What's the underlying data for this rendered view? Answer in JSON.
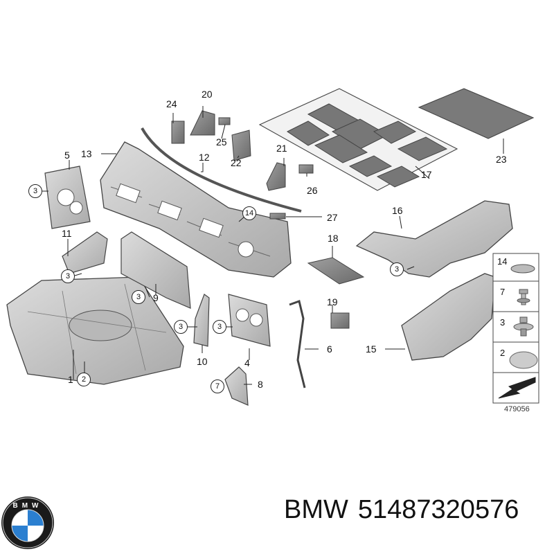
{
  "diagram": {
    "id_text": "479056",
    "callouts": {
      "c1": "1",
      "c2": "2",
      "c3a": "3",
      "c3b": "3",
      "c3c": "3",
      "c3d": "3",
      "c3e": "3",
      "c3f": "3",
      "c4": "4",
      "c5": "5",
      "c6": "6",
      "c7": "7",
      "c8": "8",
      "c9": "9",
      "c10": "10",
      "c11": "11",
      "c12": "12",
      "c13": "13",
      "c14": "14",
      "c15": "15",
      "c16": "16",
      "c17": "17",
      "c18": "18",
      "c19": "19",
      "c20": "20",
      "c21": "21",
      "c22": "22",
      "c23": "23",
      "c24": "24",
      "c25": "25",
      "c26": "26",
      "c27": "27"
    },
    "legend": [
      "14",
      "7",
      "3",
      "2"
    ]
  },
  "footer": {
    "brand": "BMW",
    "part_number": "51487320576",
    "logo_letters": "BMW"
  },
  "colors": {
    "part_fill": "#c9c9c9",
    "part_dark": "#8e8e8e",
    "pad_fill": "#7a7a7a",
    "line": "#222222",
    "logo_blue": "#2b7fd0",
    "logo_ring": "#1a1a1a"
  }
}
